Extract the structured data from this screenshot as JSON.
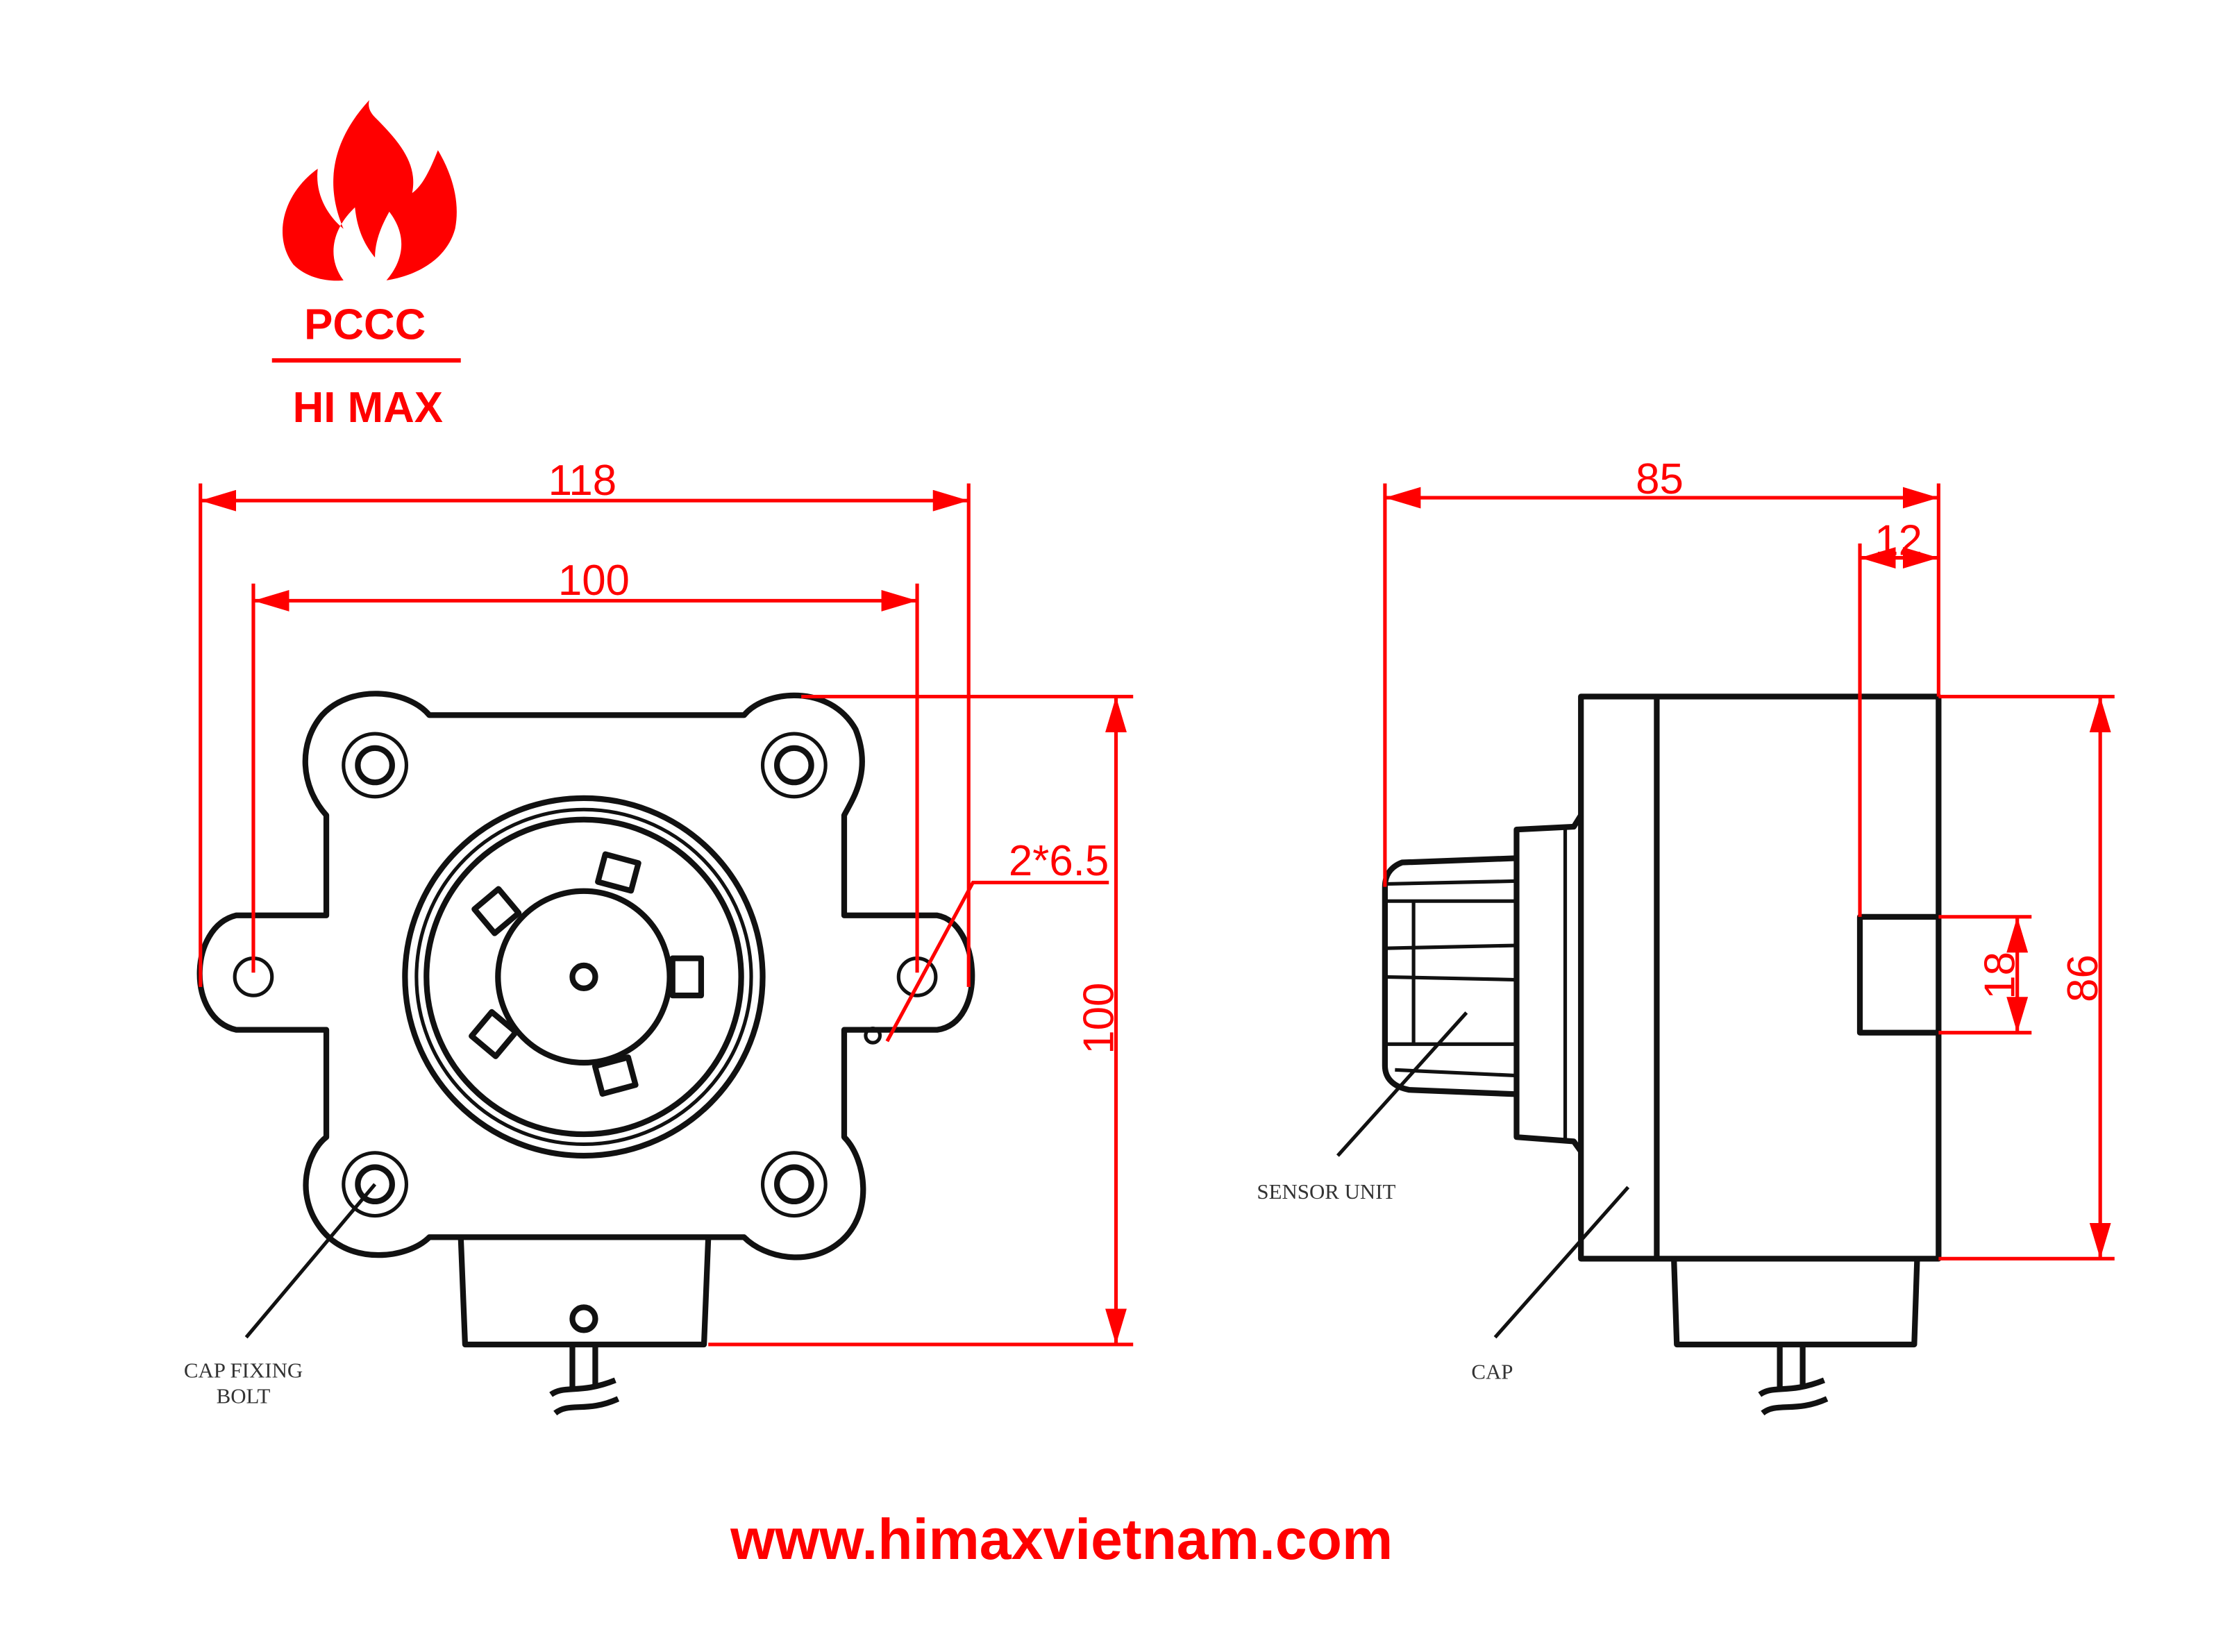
{
  "logo": {
    "line1": "PCCC",
    "line2": "HI MAX"
  },
  "front_view": {
    "dim_overall_width": "118",
    "dim_hole_spacing": "100",
    "dim_height": "100",
    "dim_holes": "2*6.5",
    "label_bolt_line1": "CAP FIXING",
    "label_bolt_line2": "BOLT"
  },
  "side_view": {
    "dim_depth": "85",
    "dim_slot_depth": "12",
    "dim_slot_height": "18",
    "dim_height": "86",
    "label_sensor": "SENSOR UNIT",
    "label_cap": "CAP"
  },
  "footer": {
    "url": "www.himaxvietnam.com"
  },
  "colors": {
    "accent": "#ff0000",
    "line": "#111111"
  }
}
